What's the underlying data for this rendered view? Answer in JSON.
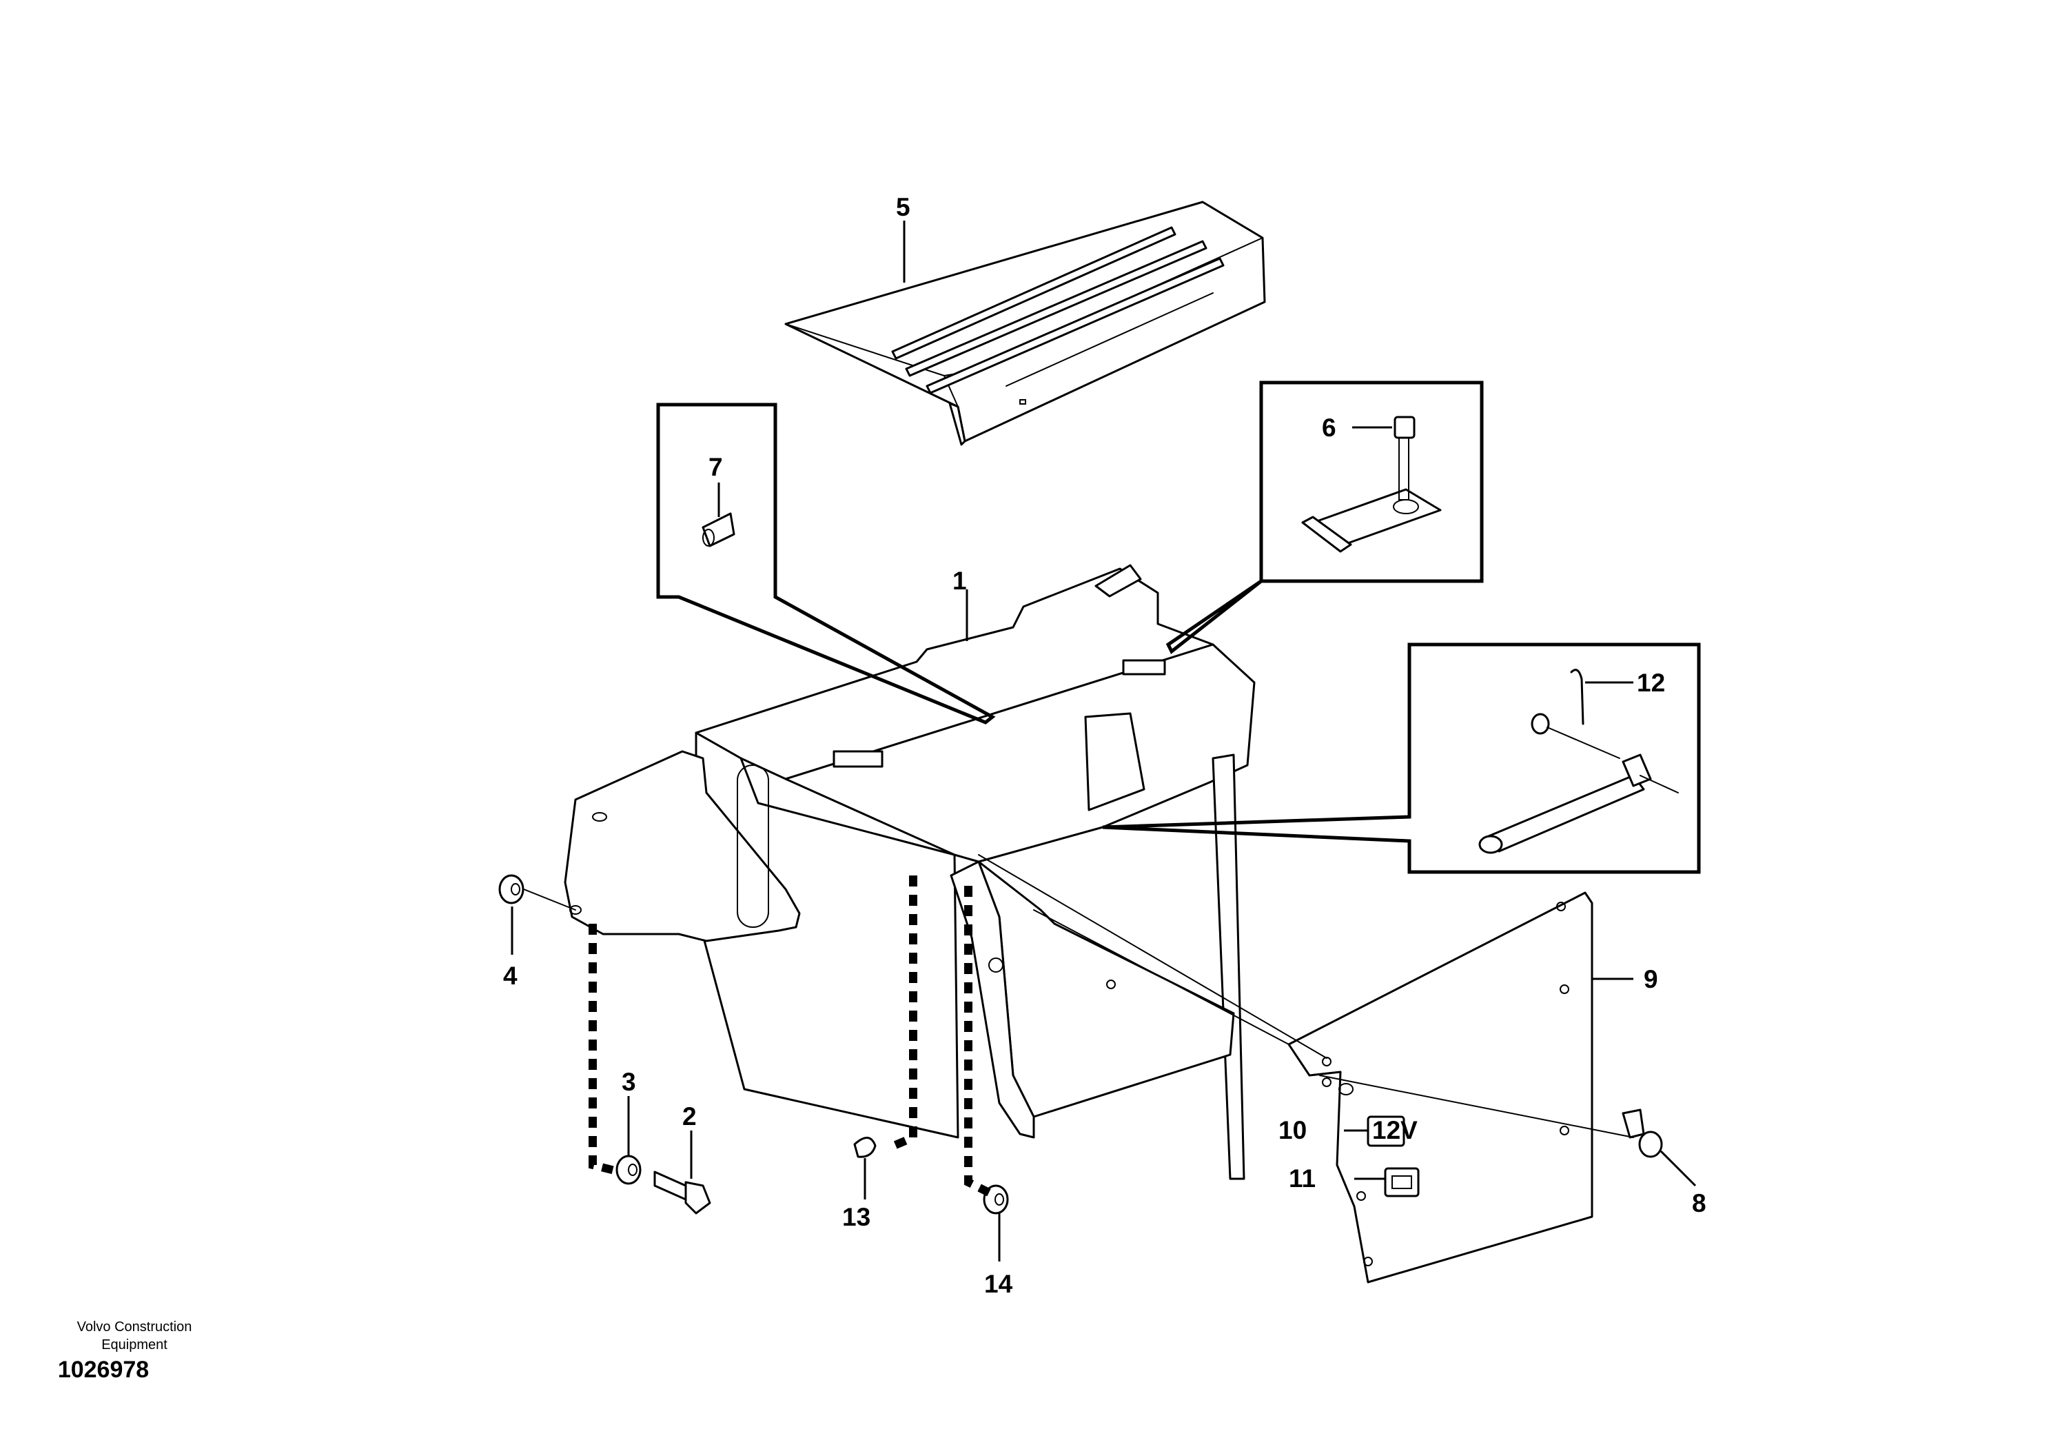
{
  "labels": {
    "p1": "1",
    "p2": "2",
    "p3": "3",
    "p4": "4",
    "p5": "5",
    "p6": "6",
    "p7": "7",
    "p8": "8",
    "p9": "9",
    "p10": "10",
    "p11": "11",
    "p12": "12",
    "p13": "13",
    "p14": "14"
  },
  "decal_text": "12V",
  "footer": {
    "brand_line1": "Volvo Construction",
    "brand_line2": "Equipment",
    "drawing_number": "1026978"
  },
  "colors": {
    "line": "#000000",
    "background": "#ffffff"
  }
}
